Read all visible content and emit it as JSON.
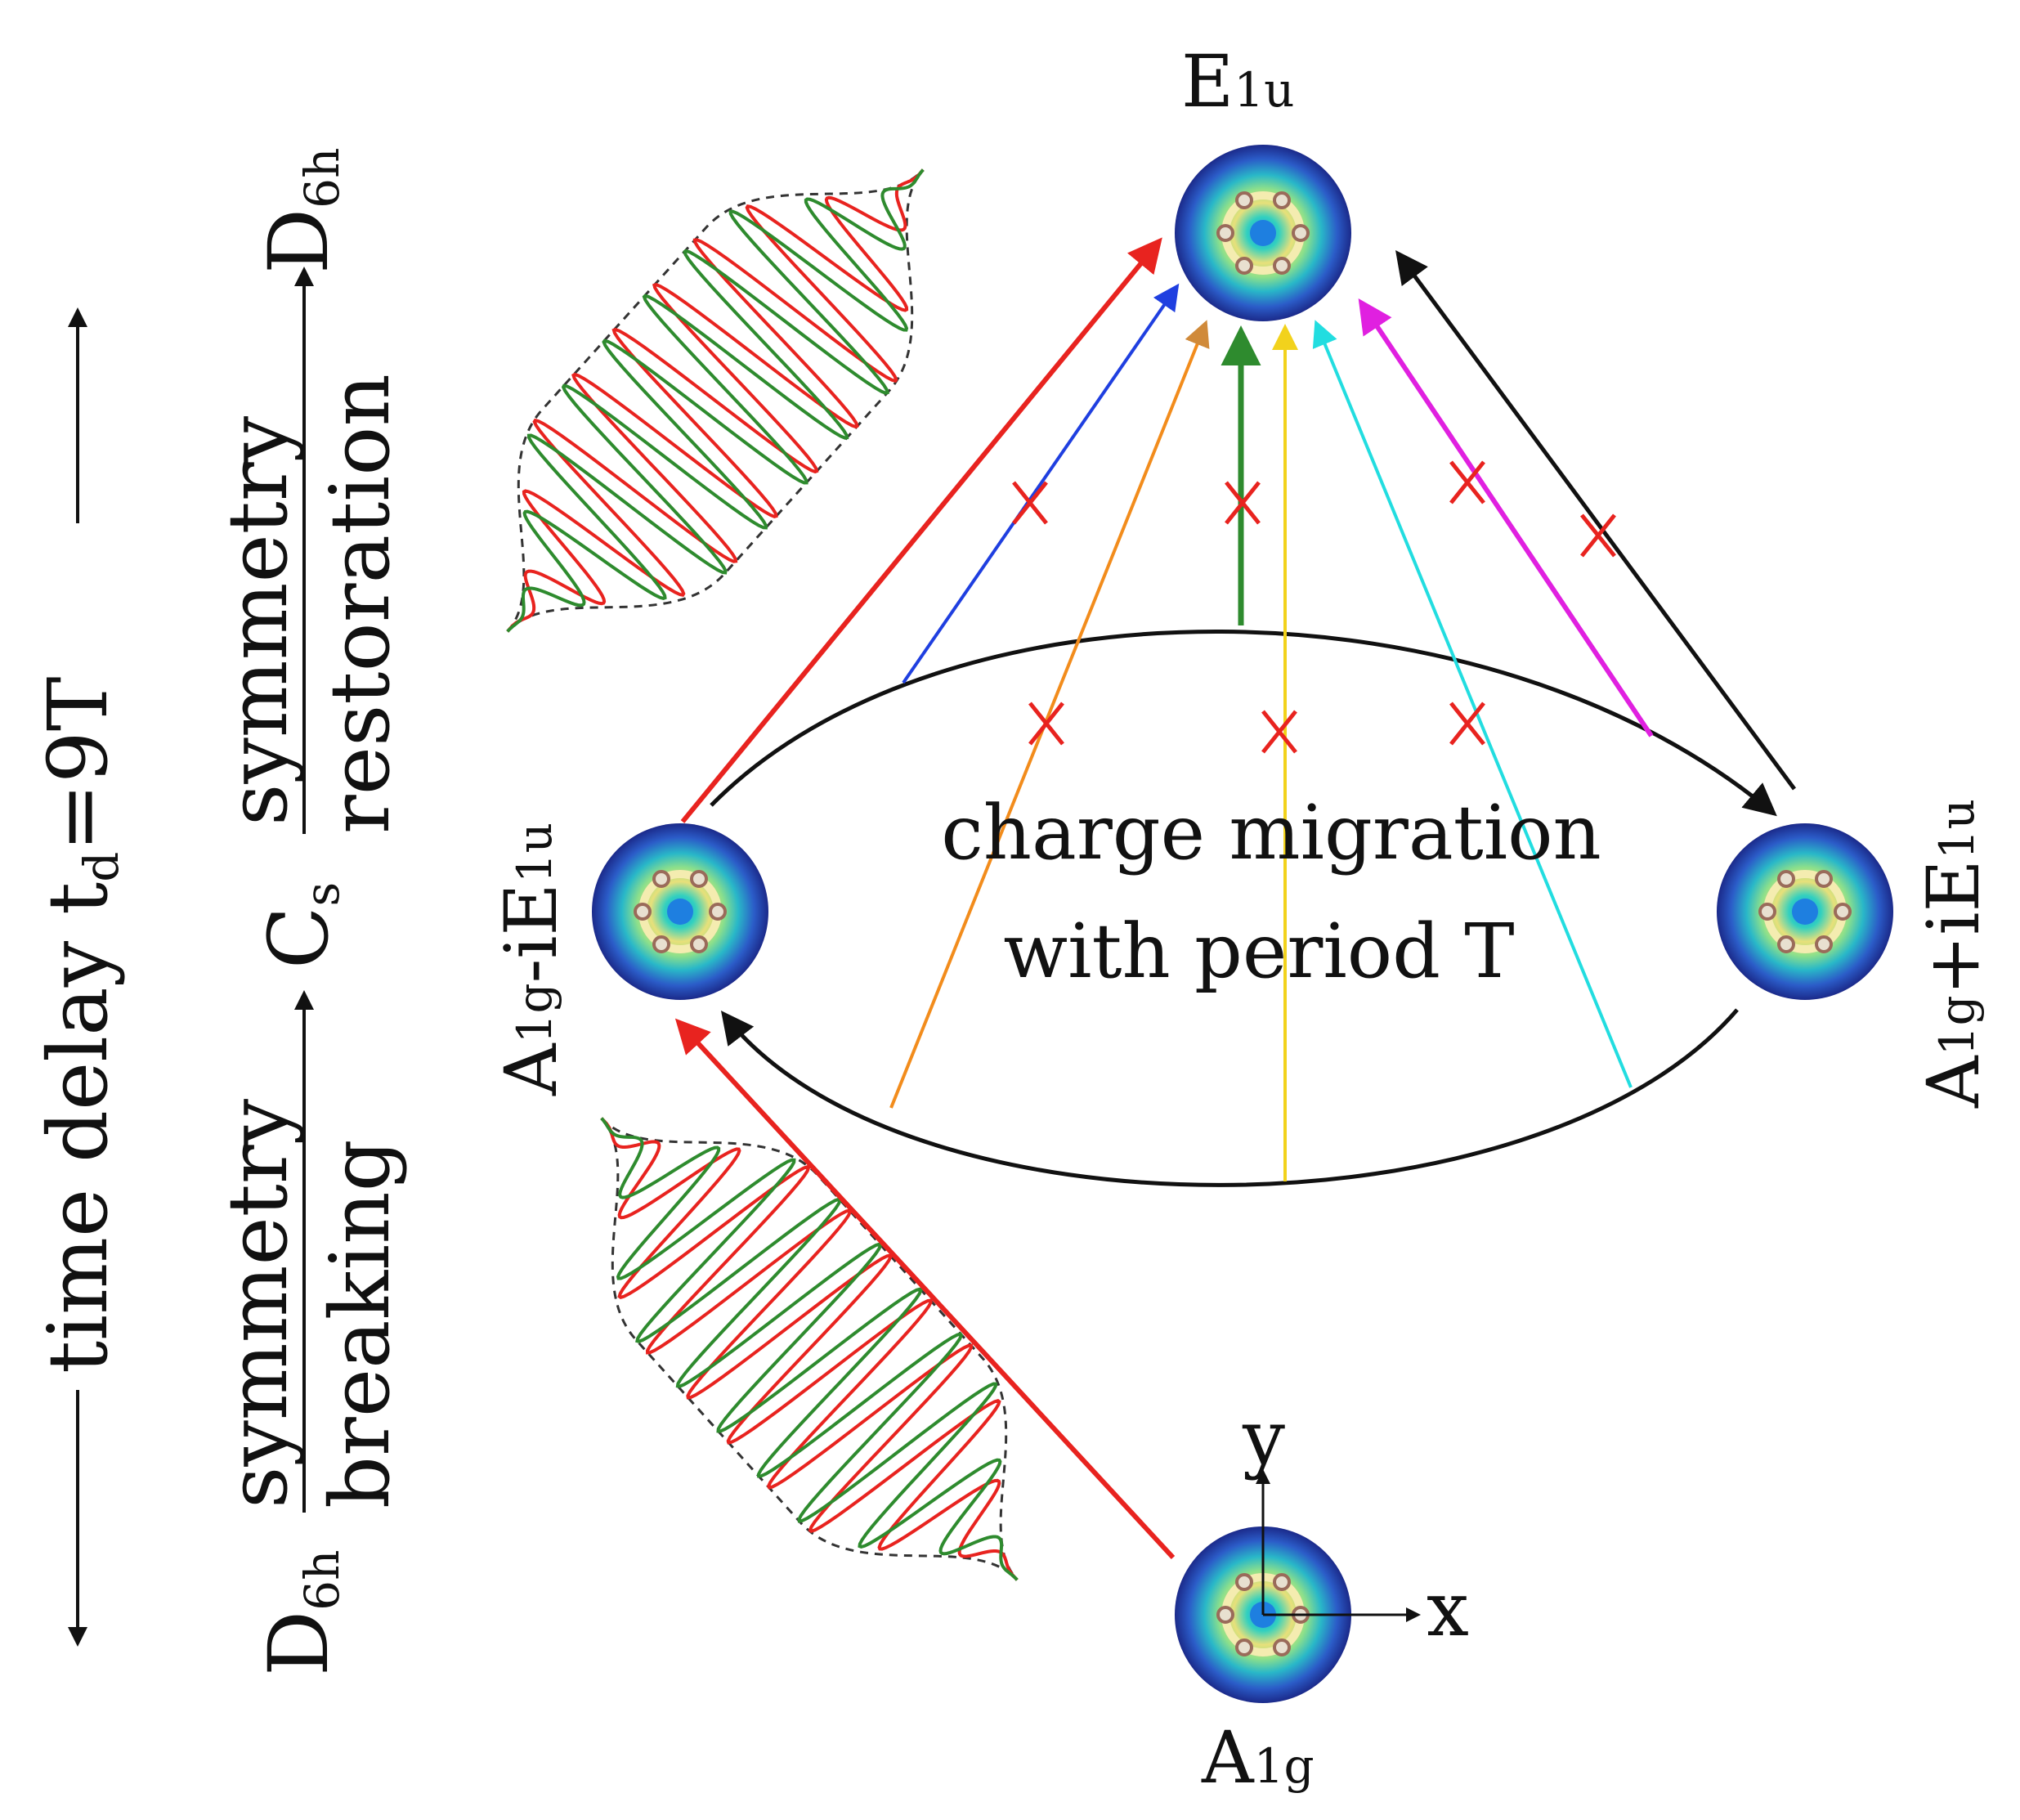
{
  "states": {
    "top": {
      "main": "E",
      "sub": "1u"
    },
    "left": {
      "main": "A",
      "sub1": "1g",
      "mid": "-iE",
      "sub2": "1u"
    },
    "right": {
      "main": "A",
      "sub1": "1g",
      "mid": "+iE",
      "sub2": "1u"
    },
    "bottom": {
      "main": "A",
      "sub": "1g"
    }
  },
  "charge_migration": {
    "line1": "charge migration",
    "line2": "with period T"
  },
  "time_delay": {
    "pre": "time delay t",
    "sub": "d",
    "post": "=9T"
  },
  "symmetry_breaking": {
    "from": "D",
    "from_sub": "6h",
    "top": "symmetry",
    "bottom": "breaking",
    "to": "C",
    "to_sub": "s"
  },
  "symmetry_restoration": {
    "from": "C",
    "from_sub": "s",
    "top": "symmetry",
    "bottom": "restoration",
    "to": "D",
    "to_sub": "6h"
  },
  "axes": {
    "x": "x",
    "y": "y"
  },
  "colors": {
    "red": "#e8231f",
    "blue": "#1f3fe0",
    "orange": "#f28c1c",
    "green": "#2e8b2e",
    "yellow": "#f2d21c",
    "cyan": "#22dde0",
    "magenta": "#e020e0",
    "black": "#111111"
  }
}
